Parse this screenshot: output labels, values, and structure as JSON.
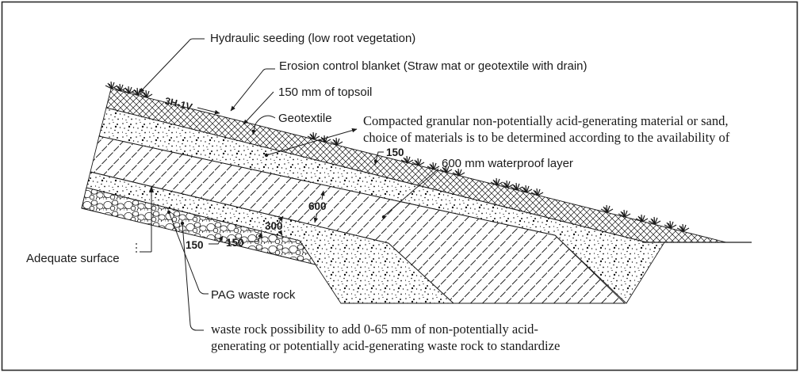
{
  "figure": {
    "type": "engineering-cross-section-diagram",
    "colors": {
      "ink": "#1a1a1a",
      "background": "#ffffff"
    },
    "labels": {
      "hydraulic_seeding": "Hydraulic seeding (low root vegetation)",
      "erosion_blanket": "Erosion control blanket (Straw mat or geotextile with drain)",
      "topsoil": "150 mm of topsoil",
      "geotextile": "Geotextile",
      "compacted_line1": "Compacted granular non-potentially acid-generating material or sand,",
      "compacted_line2": "choice of materials is to be determined according to the availability of",
      "waterproof": "600 mm waterproof layer",
      "adequate_surface": "Adequate surface",
      "pag_waste_rock": "PAG waste rock",
      "waste_rock_note_line1": "waste rock possibility to add 0-65 mm of non-potentially acid-",
      "waste_rock_note_line2": "generating or potentially acid-generating waste rock to standardize",
      "slope_ratio": "3H-1V"
    },
    "dims": {
      "topsoil": "150",
      "waterproof": "600",
      "sand": "300",
      "cobble_left": "150",
      "cobble_right": "150"
    }
  }
}
